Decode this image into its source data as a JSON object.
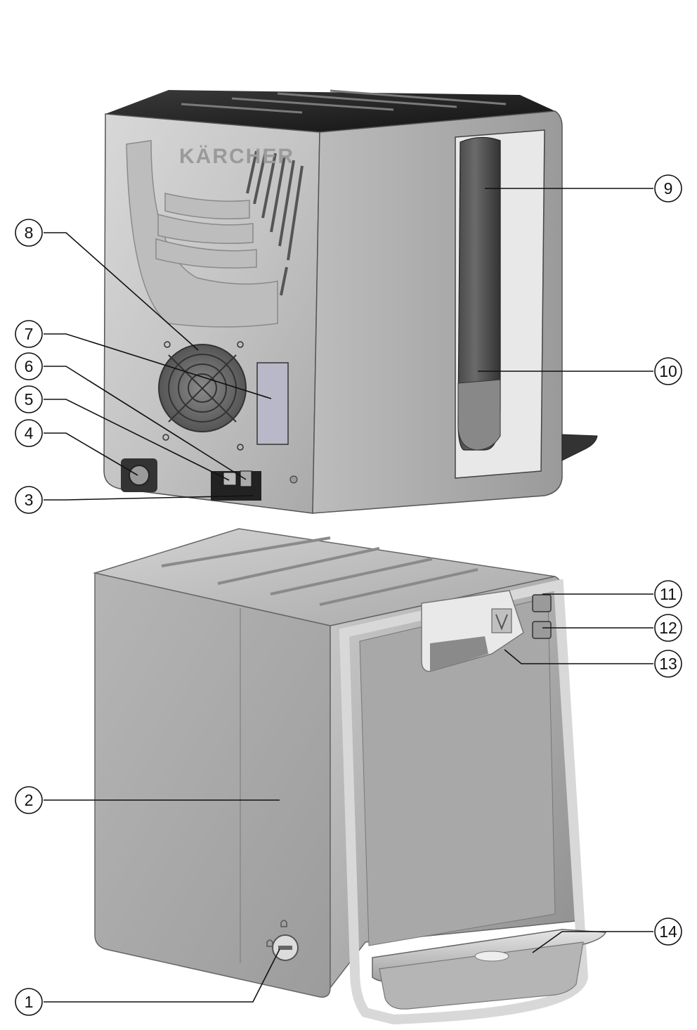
{
  "brand_logo": "KÄRCHER",
  "callouts": [
    {
      "id": "1",
      "label": "1"
    },
    {
      "id": "2",
      "label": "2"
    },
    {
      "id": "3",
      "label": "3"
    },
    {
      "id": "4",
      "label": "4"
    },
    {
      "id": "5",
      "label": "5"
    },
    {
      "id": "6",
      "label": "6"
    },
    {
      "id": "7",
      "label": "7"
    },
    {
      "id": "8",
      "label": "8"
    },
    {
      "id": "9",
      "label": "9"
    },
    {
      "id": "10",
      "label": "10"
    },
    {
      "id": "11",
      "label": "11"
    },
    {
      "id": "12",
      "label": "12"
    },
    {
      "id": "13",
      "label": "13"
    },
    {
      "id": "14",
      "label": "14"
    }
  ]
}
